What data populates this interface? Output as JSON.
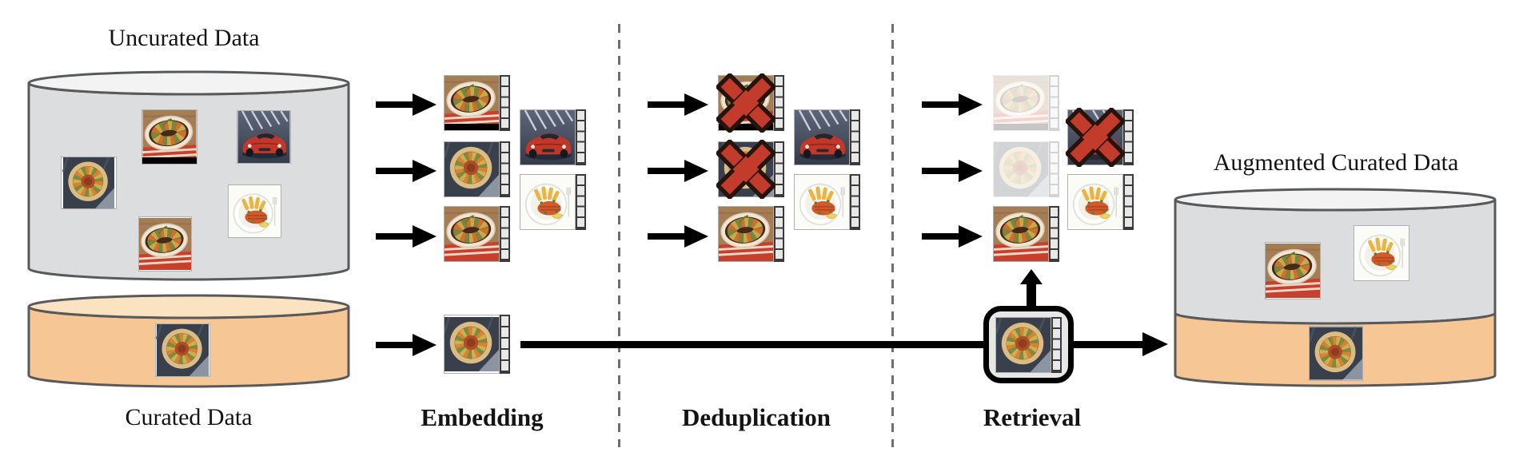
{
  "figure": {
    "labels": {
      "uncurated": "Uncurated Data",
      "curated": "Curated Data",
      "augmented": "Augmented Curated Data"
    },
    "stages": {
      "embedding": "Embedding",
      "deduplication": "Deduplication",
      "retrieval": "Retrieval"
    },
    "colors": {
      "uncurated_body": "#dcddde",
      "cylinder_top": "#f3f3f3",
      "curated_body": "#f6c795",
      "curated_top": "#fbe2c1",
      "cylinder_stroke": "#58595b",
      "arrow": "#000000",
      "divider": "#6f6f6f",
      "cross_fill": "#c23b2b",
      "cross_outline": "#26130c",
      "vector_cell": "#e8e8e8",
      "vector_border": "#3a3a3a",
      "query_box_fill": "#e7e7e7",
      "query_box_border": "#000000"
    },
    "pipeline": {
      "uncurated_items": [
        "ratatouille-pan",
        "red-car",
        "ratatouille-tart",
        "food-plate",
        "ratatouille-pan"
      ],
      "curated_items": [
        "ratatouille-tart"
      ],
      "embedding_rows": [
        "ratatouille-pan",
        "ratatouille-tart",
        "ratatouille-pan"
      ],
      "embedding_side": [
        "red-car",
        "food-plate"
      ],
      "embedding_curated_row": [
        "ratatouille-tart"
      ],
      "deduplication_crossed": [
        "ratatouille-pan",
        "ratatouille-tart"
      ],
      "deduplication_kept": [
        "ratatouille-pan",
        "red-car",
        "food-plate"
      ],
      "retrieval_faded": [
        "ratatouille-pan",
        "ratatouille-tart"
      ],
      "retrieval_crossed": [
        "red-car"
      ],
      "retrieval_kept": [
        "ratatouille-pan",
        "food-plate"
      ],
      "retrieval_query": "ratatouille-tart",
      "augmented_items": [
        "ratatouille-pan",
        "food-plate",
        "ratatouille-tart"
      ]
    }
  }
}
